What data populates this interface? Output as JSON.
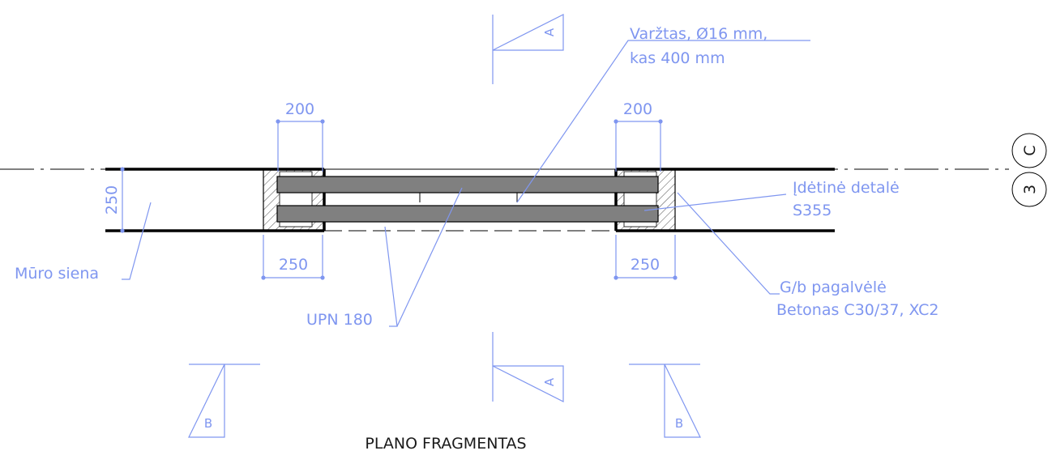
{
  "title": "PLANO FRAGMENTAS",
  "labels": {
    "bolt_line1": "Varžtas, Ø16 mm,",
    "bolt_line2": "kas 400 mm",
    "embed_line1": "Įdėtinė detalė",
    "embed_line2": "S355",
    "wall": "Mūro siena",
    "channel": "UPN 180",
    "pad_line1": "G/b pagalvėlė",
    "pad_line2": "Betonas C30/37, XC2"
  },
  "dimensions": {
    "top_left": "200",
    "top_right": "200",
    "bottom_left": "250",
    "bottom_right": "250",
    "wall_thickness": "250"
  },
  "sections": {
    "a_top": "A",
    "a_bottom": "A",
    "b_left": "B",
    "b_right": "B"
  },
  "grid": {
    "letter": "C",
    "number": "3"
  },
  "colors": {
    "annotation": "#7f96f0",
    "line": "#000000",
    "steel": "#808080"
  }
}
